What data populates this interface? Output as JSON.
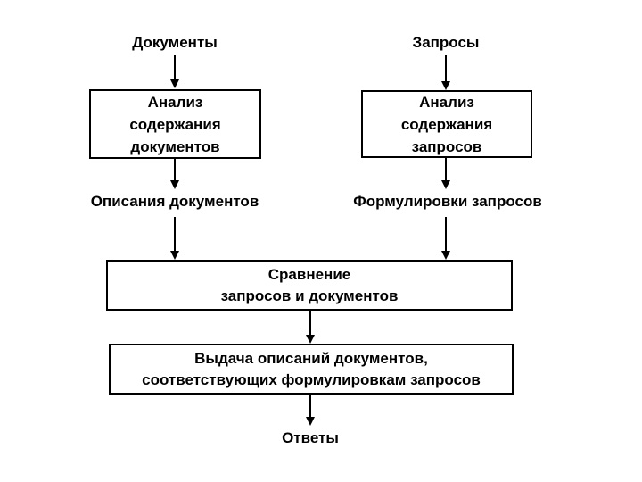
{
  "diagram": {
    "nodes": {
      "documents_label": "Документы",
      "queries_label": "Запросы",
      "analyze_documents_box": "Анализ\nсодержания\nдокументов",
      "analyze_queries_box": "Анализ\nсодержания\nзапросов",
      "document_descriptions_label": "Описания документов",
      "query_formulations_label": "Формулировки запросов",
      "comparison_box": "Сравнение\nзапросов и документов",
      "output_box": "Выдача описаний документов,\nсоответствующих формулировкам запросов",
      "answers_label": "Ответы"
    },
    "edges": [
      {
        "from": "documents_label",
        "to": "analyze_documents_box"
      },
      {
        "from": "analyze_documents_box",
        "to": "document_descriptions_label"
      },
      {
        "from": "document_descriptions_label",
        "to": "comparison_box"
      },
      {
        "from": "queries_label",
        "to": "analyze_queries_box"
      },
      {
        "from": "analyze_queries_box",
        "to": "query_formulations_label"
      },
      {
        "from": "query_formulations_label",
        "to": "comparison_box"
      },
      {
        "from": "comparison_box",
        "to": "output_box"
      },
      {
        "from": "output_box",
        "to": "answers_label"
      }
    ],
    "colors": {
      "background": "#ffffff",
      "line": "#000000",
      "text": "#000000"
    }
  }
}
